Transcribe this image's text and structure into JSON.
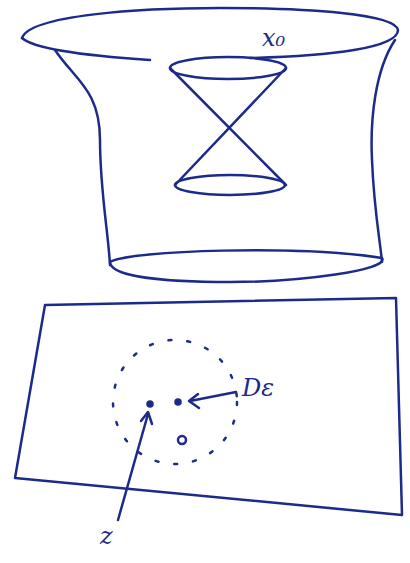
{
  "diagram": {
    "labels": [
      "x₀",
      "Dε",
      "z"
    ]
  }
}
